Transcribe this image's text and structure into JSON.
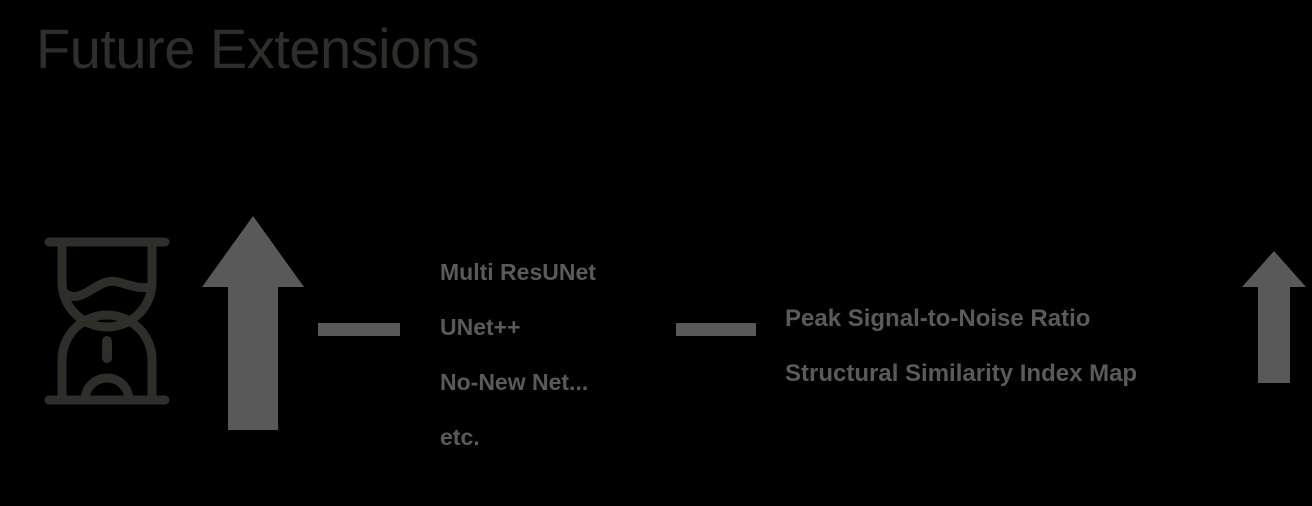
{
  "slide": {
    "title": "Future Extensions",
    "background_color": "#000000",
    "title_color": "#2e2e2b"
  },
  "colors": {
    "icon": "#2e2e2b",
    "arrow": "#595959",
    "dash": "#595959",
    "body_text": "#5a5a5a"
  },
  "flow": {
    "icon": {
      "name": "hourglass-icon",
      "label": "hourglass"
    },
    "arrow_primary": {
      "name": "arrow-up-icon",
      "direction": "up"
    },
    "arrow_secondary": {
      "name": "arrow-up-icon",
      "direction": "up"
    },
    "dash_1": "—",
    "dash_2": "—"
  },
  "architectures": {
    "items": [
      "Multi ResUNet",
      "UNet++",
      "No-New Net...",
      "etc."
    ]
  },
  "metrics": {
    "items": [
      "Peak Signal-to-Noise Ratio",
      "Structural Similarity Index Map"
    ]
  }
}
